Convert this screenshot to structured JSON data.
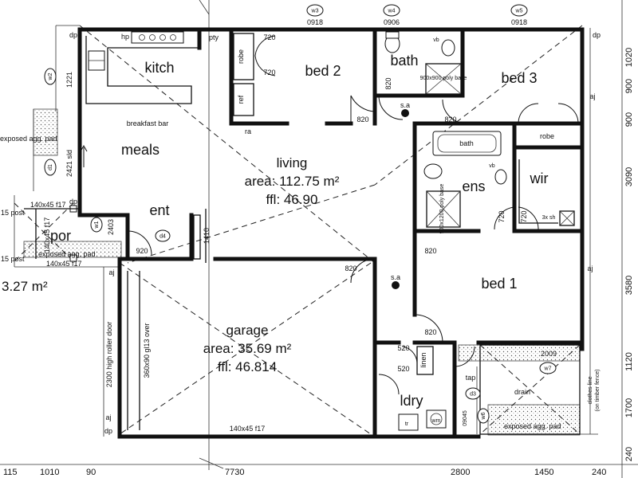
{
  "rooms": {
    "kitch": "kitch",
    "meals": "meals",
    "bed2": "bed 2",
    "bath": "bath",
    "bed3": "bed 3",
    "living": "living",
    "living_area": "area: 112.75 m²",
    "living_ffl": "ffl: 46.90",
    "ent": "ent",
    "por": "por",
    "por_area": "3.27 m²",
    "ens": "ens",
    "wir": "wir",
    "bed1": "bed 1",
    "garage": "garage",
    "garage_area": "area: 35.69 m²",
    "garage_ffl": "ffl: 46.814",
    "ldry": "ldry"
  },
  "fixtures": {
    "breakfast_bar": "breakfast bar",
    "hp": "hp",
    "pty": "pty",
    "robe": "robe",
    "ref": "ref",
    "ra": "ra",
    "vb": "vb",
    "shower_base": "900x900 poly base",
    "bath_tub": "bath",
    "ens_shower": "900x1200 poly base",
    "robe_bed3": "robe",
    "sh": "3x sh",
    "linen": "linen",
    "tap": "tap",
    "drain": "drain",
    "tr": "tr",
    "wm": "wm",
    "sa": "s.a",
    "dp": "dp",
    "aj": "aj"
  },
  "doors": [
    "820",
    "820",
    "820",
    "820",
    "820",
    "820",
    "720",
    "720",
    "720",
    "720",
    "920",
    "520",
    "520"
  ],
  "windows": [
    {
      "tag": "w3",
      "size": "0918"
    },
    {
      "tag": "w4",
      "size": "0906"
    },
    {
      "tag": "w5",
      "size": "0918"
    },
    {
      "tag": "w2",
      "size": "1221"
    },
    {
      "tag": "d1",
      "size": "2421 sld"
    },
    {
      "tag": "w1",
      "size": "2403"
    },
    {
      "tag": "d4",
      "size": ""
    },
    {
      "tag": "w7",
      "size": "2009"
    },
    {
      "tag": "d3",
      "size": ""
    },
    {
      "tag": "w6",
      "size": "09045"
    }
  ],
  "notes": {
    "exposed_agg_pad": "exposed agg. pad",
    "post_top": "15 post",
    "post_bottom": "15 post",
    "beam_top": "140x45 f17",
    "beam_left": "140x45 f17",
    "beam_bottom": "140x45 f17",
    "beam_garage": "140x45 f17",
    "roller_door": "2300 high roller door",
    "lintel": "360x90 gl13 over",
    "clothes_line_1": "clothes line",
    "clothes_line_2": "(on timber fence)",
    "gap_1410": "1410"
  },
  "dims_bottom": [
    "115",
    "1010",
    "90",
    "7730",
    "2800",
    "1450",
    "240"
  ],
  "dims_right": [
    "900",
    "1020",
    "900",
    "3090",
    "3580",
    "1120",
    "1700",
    "240"
  ]
}
